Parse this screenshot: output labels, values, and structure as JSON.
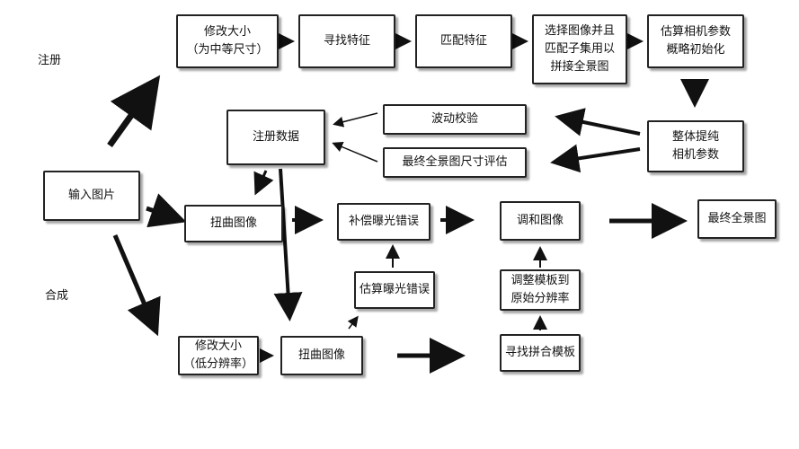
{
  "labels": {
    "register": "注册",
    "compose": "合成"
  },
  "nodes": {
    "resize_mid": [
      "修改大小",
      "（为中等尺寸）"
    ],
    "find_features": "寻找特征",
    "match_features": "匹配特征",
    "select_images": [
      "选择图像并且",
      "匹配子集用以",
      "拼接全景图"
    ],
    "estimate_camera": [
      "估算相机参数",
      "概略初始化"
    ],
    "refine_camera": [
      "整体提纯",
      "相机参数"
    ],
    "wave_correct": "波动校验",
    "final_scale": "最终全景图尺寸评估",
    "register_data": "注册数据",
    "input_images": "输入图片",
    "warp_top": "扭曲图像",
    "compensate_exposure": "补偿曝光错误",
    "blend_images": "调和图像",
    "final_panorama": "最终全景图",
    "estimate_exposure": "估算曝光错误",
    "resize_seam": [
      "调整模板到",
      "原始分辨率"
    ],
    "find_seam": "寻找拼合模板",
    "resize_low": [
      "修改大小",
      "（低分辨率）"
    ],
    "warp_bottom": "扭曲图像"
  }
}
